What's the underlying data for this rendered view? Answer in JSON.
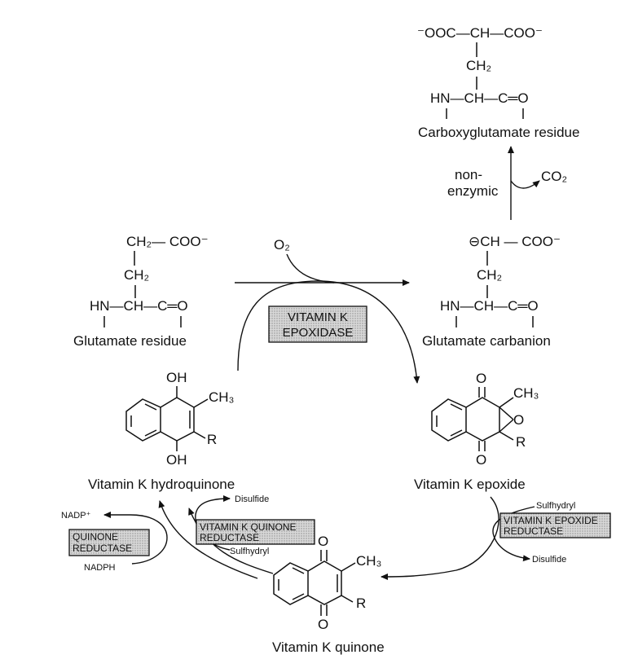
{
  "carboxyglutamate": {
    "line1": "⁻OOC—CH—COO⁻",
    "ch2": "CH₂",
    "backbone": "HN—CH—C═O",
    "label": "Carboxyglutamate residue"
  },
  "nonenzymic": {
    "line1": "non-",
    "line2": "enzymic",
    "co2": "CO₂"
  },
  "glutamate": {
    "line1": "CH₂— COO⁻",
    "ch2": "CH₂",
    "backbone": "HN—CH—C═O",
    "label": "Glutamate residue"
  },
  "o2": "O₂",
  "carbanion": {
    "line1": "⊖CH — COO⁻",
    "ch2": "CH₂",
    "backbone": "HN—CH—C═O",
    "label": "Glutamate carbanion"
  },
  "enzymes": {
    "epoxidase_1": "VITAMIN K",
    "epoxidase_2": "EPOXIDASE",
    "quinone_red_1": "QUINONE",
    "quinone_red_2": "REDUCTASE",
    "vk_quinone_red_1": "VITAMIN K QUINONE",
    "vk_quinone_red_2": "REDUCTASE",
    "vk_epoxide_red_1": "VITAMIN K EPOXIDE",
    "vk_epoxide_red_2": "REDUCTASE"
  },
  "hydroquinone": {
    "oh_top": "OH",
    "ch3": "CH₃",
    "r": "R",
    "oh_bottom": "OH",
    "label": "Vitamin K hydroquinone"
  },
  "epoxide": {
    "o_top": "O",
    "ch3": "CH₃",
    "o_ring": "O",
    "r": "R",
    "o_bottom": "O",
    "label": "Vitamin K epoxide"
  },
  "quinone": {
    "o_top": "O",
    "ch3": "CH₃",
    "r": "R",
    "o_bottom": "O",
    "label": "Vitamin K quinone"
  },
  "cofactors": {
    "nadp": "NADP⁺",
    "nadph": "NADPH",
    "disulfide_top": "Disulfide",
    "sulfhydryl_mid": "Sulfhydryl",
    "sulfhydryl_right": "Sulfhydryl",
    "disulfide_right": "Disulfide"
  }
}
